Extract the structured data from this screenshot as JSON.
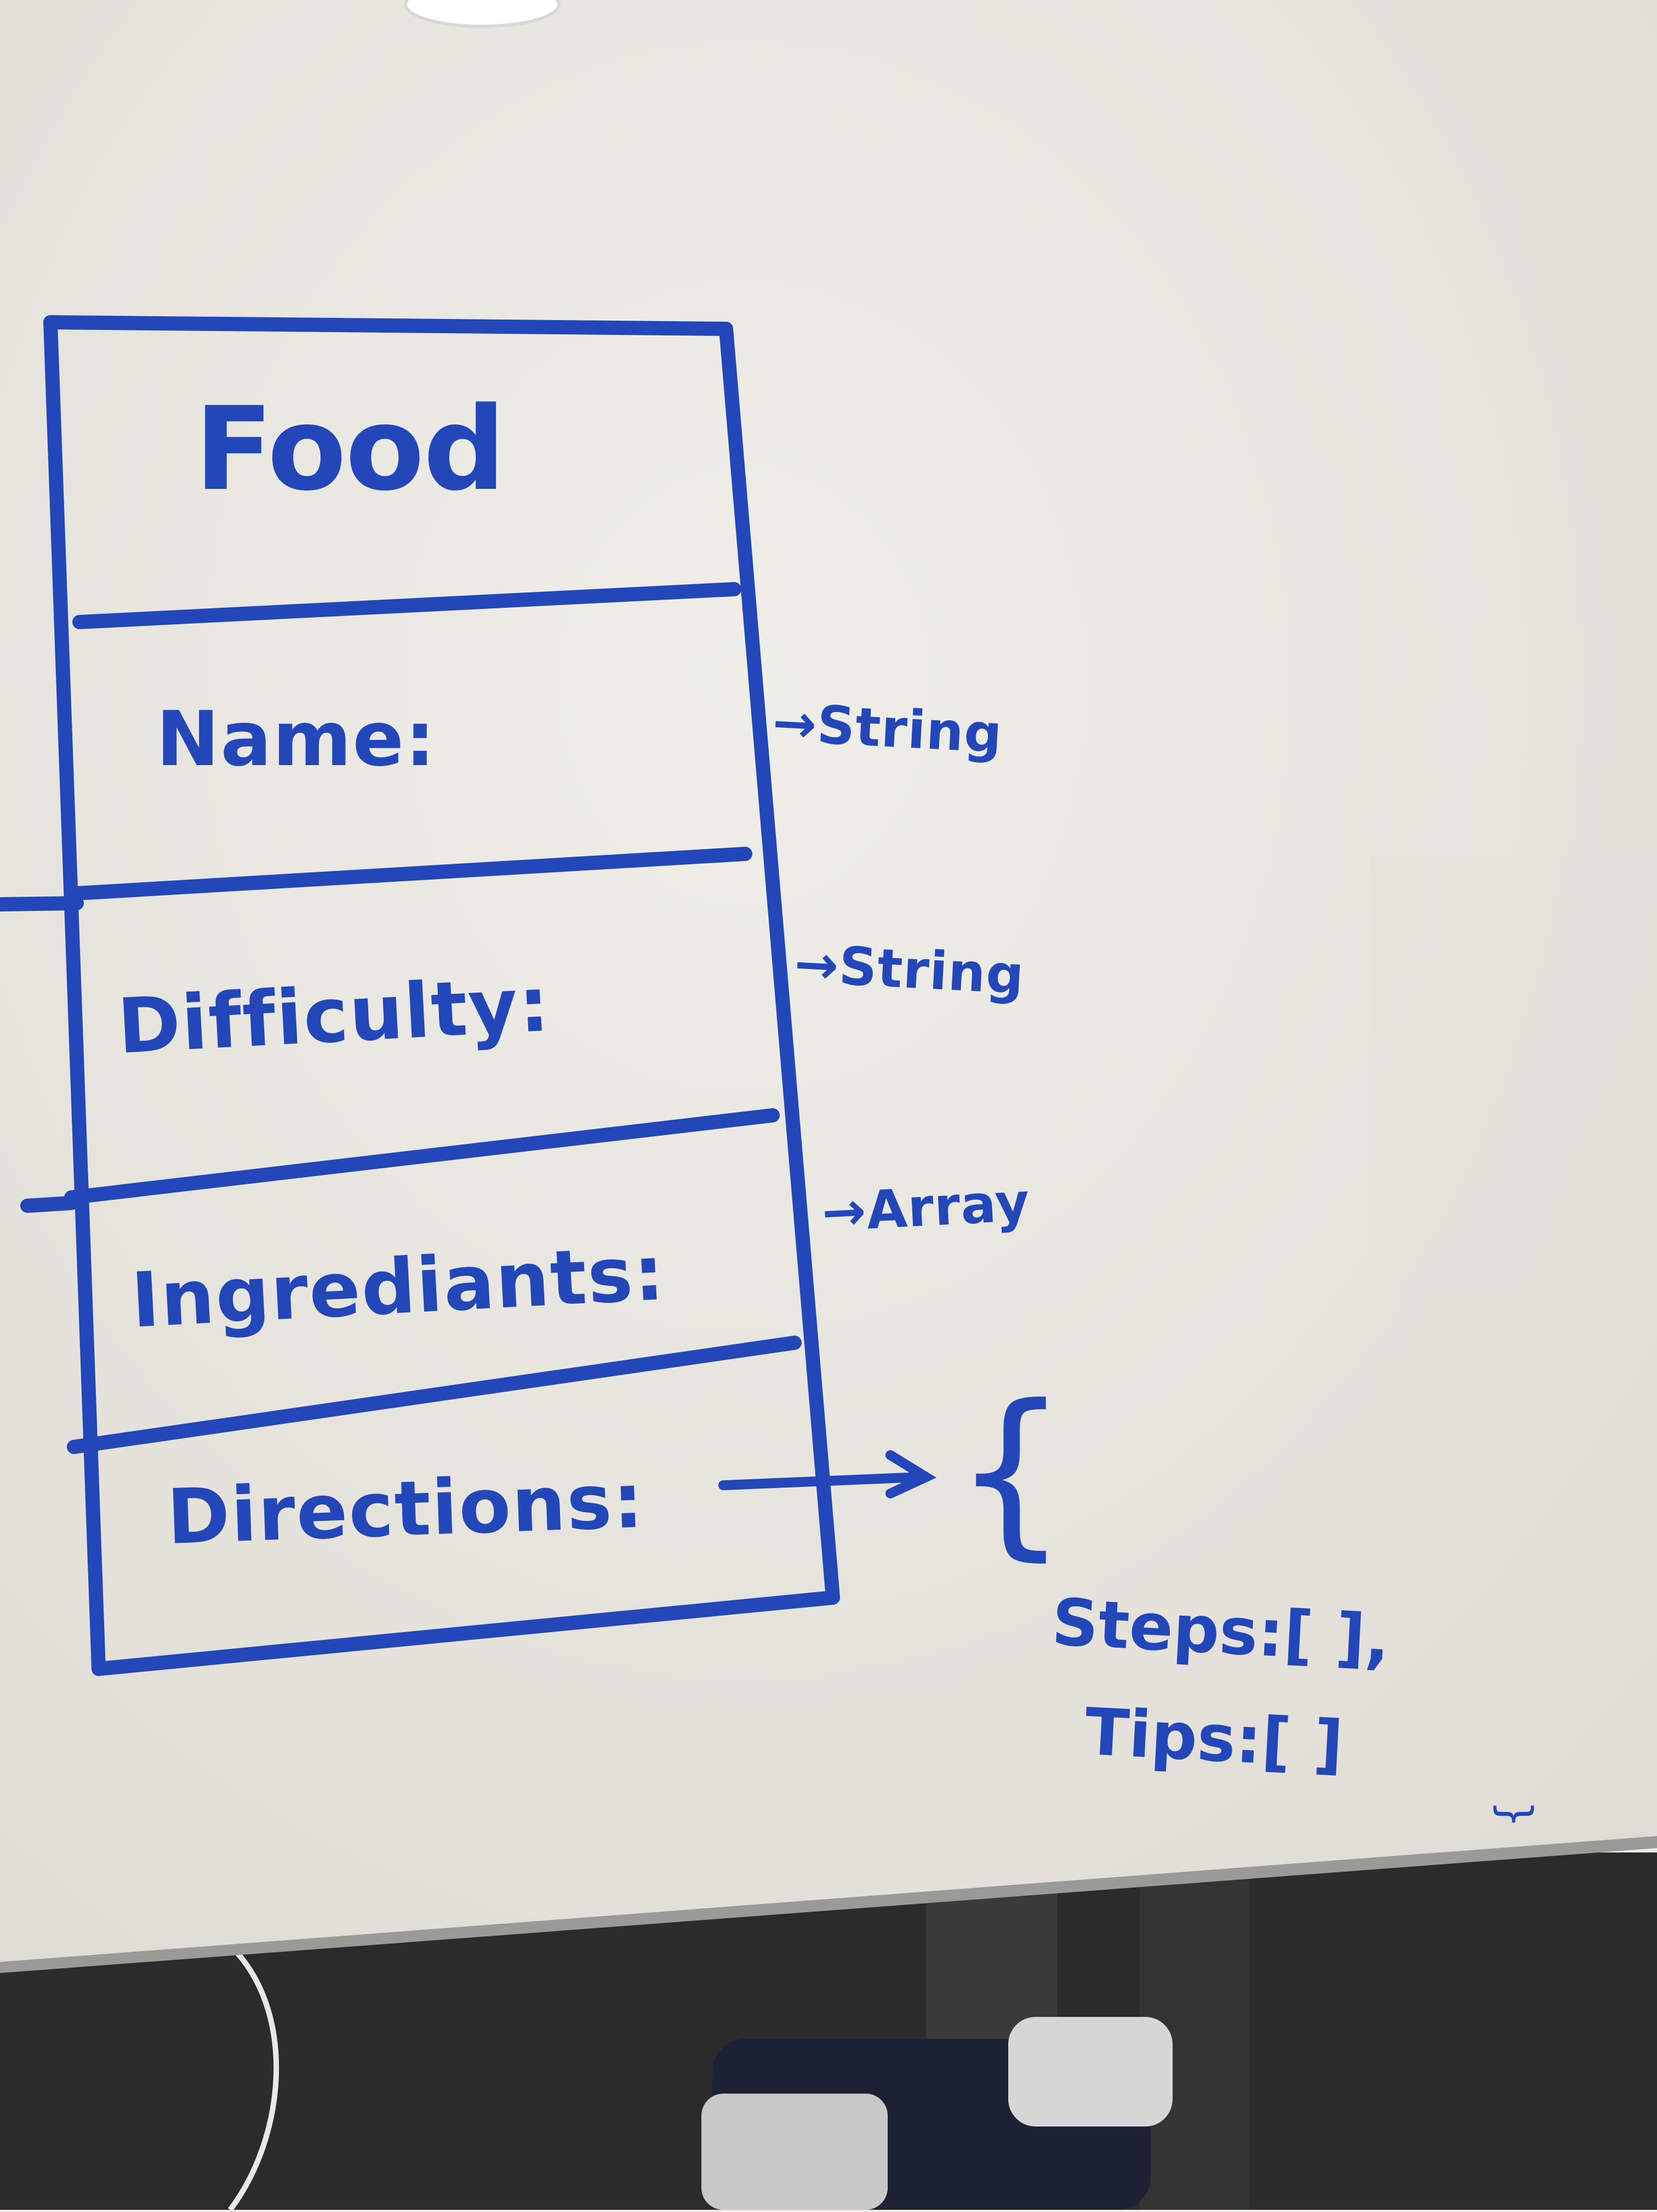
{
  "diagram": {
    "title": "Food",
    "fields": [
      {
        "name": "Name:",
        "type": "String"
      },
      {
        "name": "Difficulty:",
        "type": "String"
      },
      {
        "name": "Ingrediants:",
        "type": "Array"
      },
      {
        "name": "Directions:",
        "type": "{"
      }
    ],
    "directions_object": {
      "steps": "Steps:[ ],",
      "tips": "Tips:[ ]",
      "close": "}"
    },
    "colors": {
      "ink": "#2347b8",
      "board": "#ecebe6",
      "floor": "#2b2b2b"
    }
  }
}
